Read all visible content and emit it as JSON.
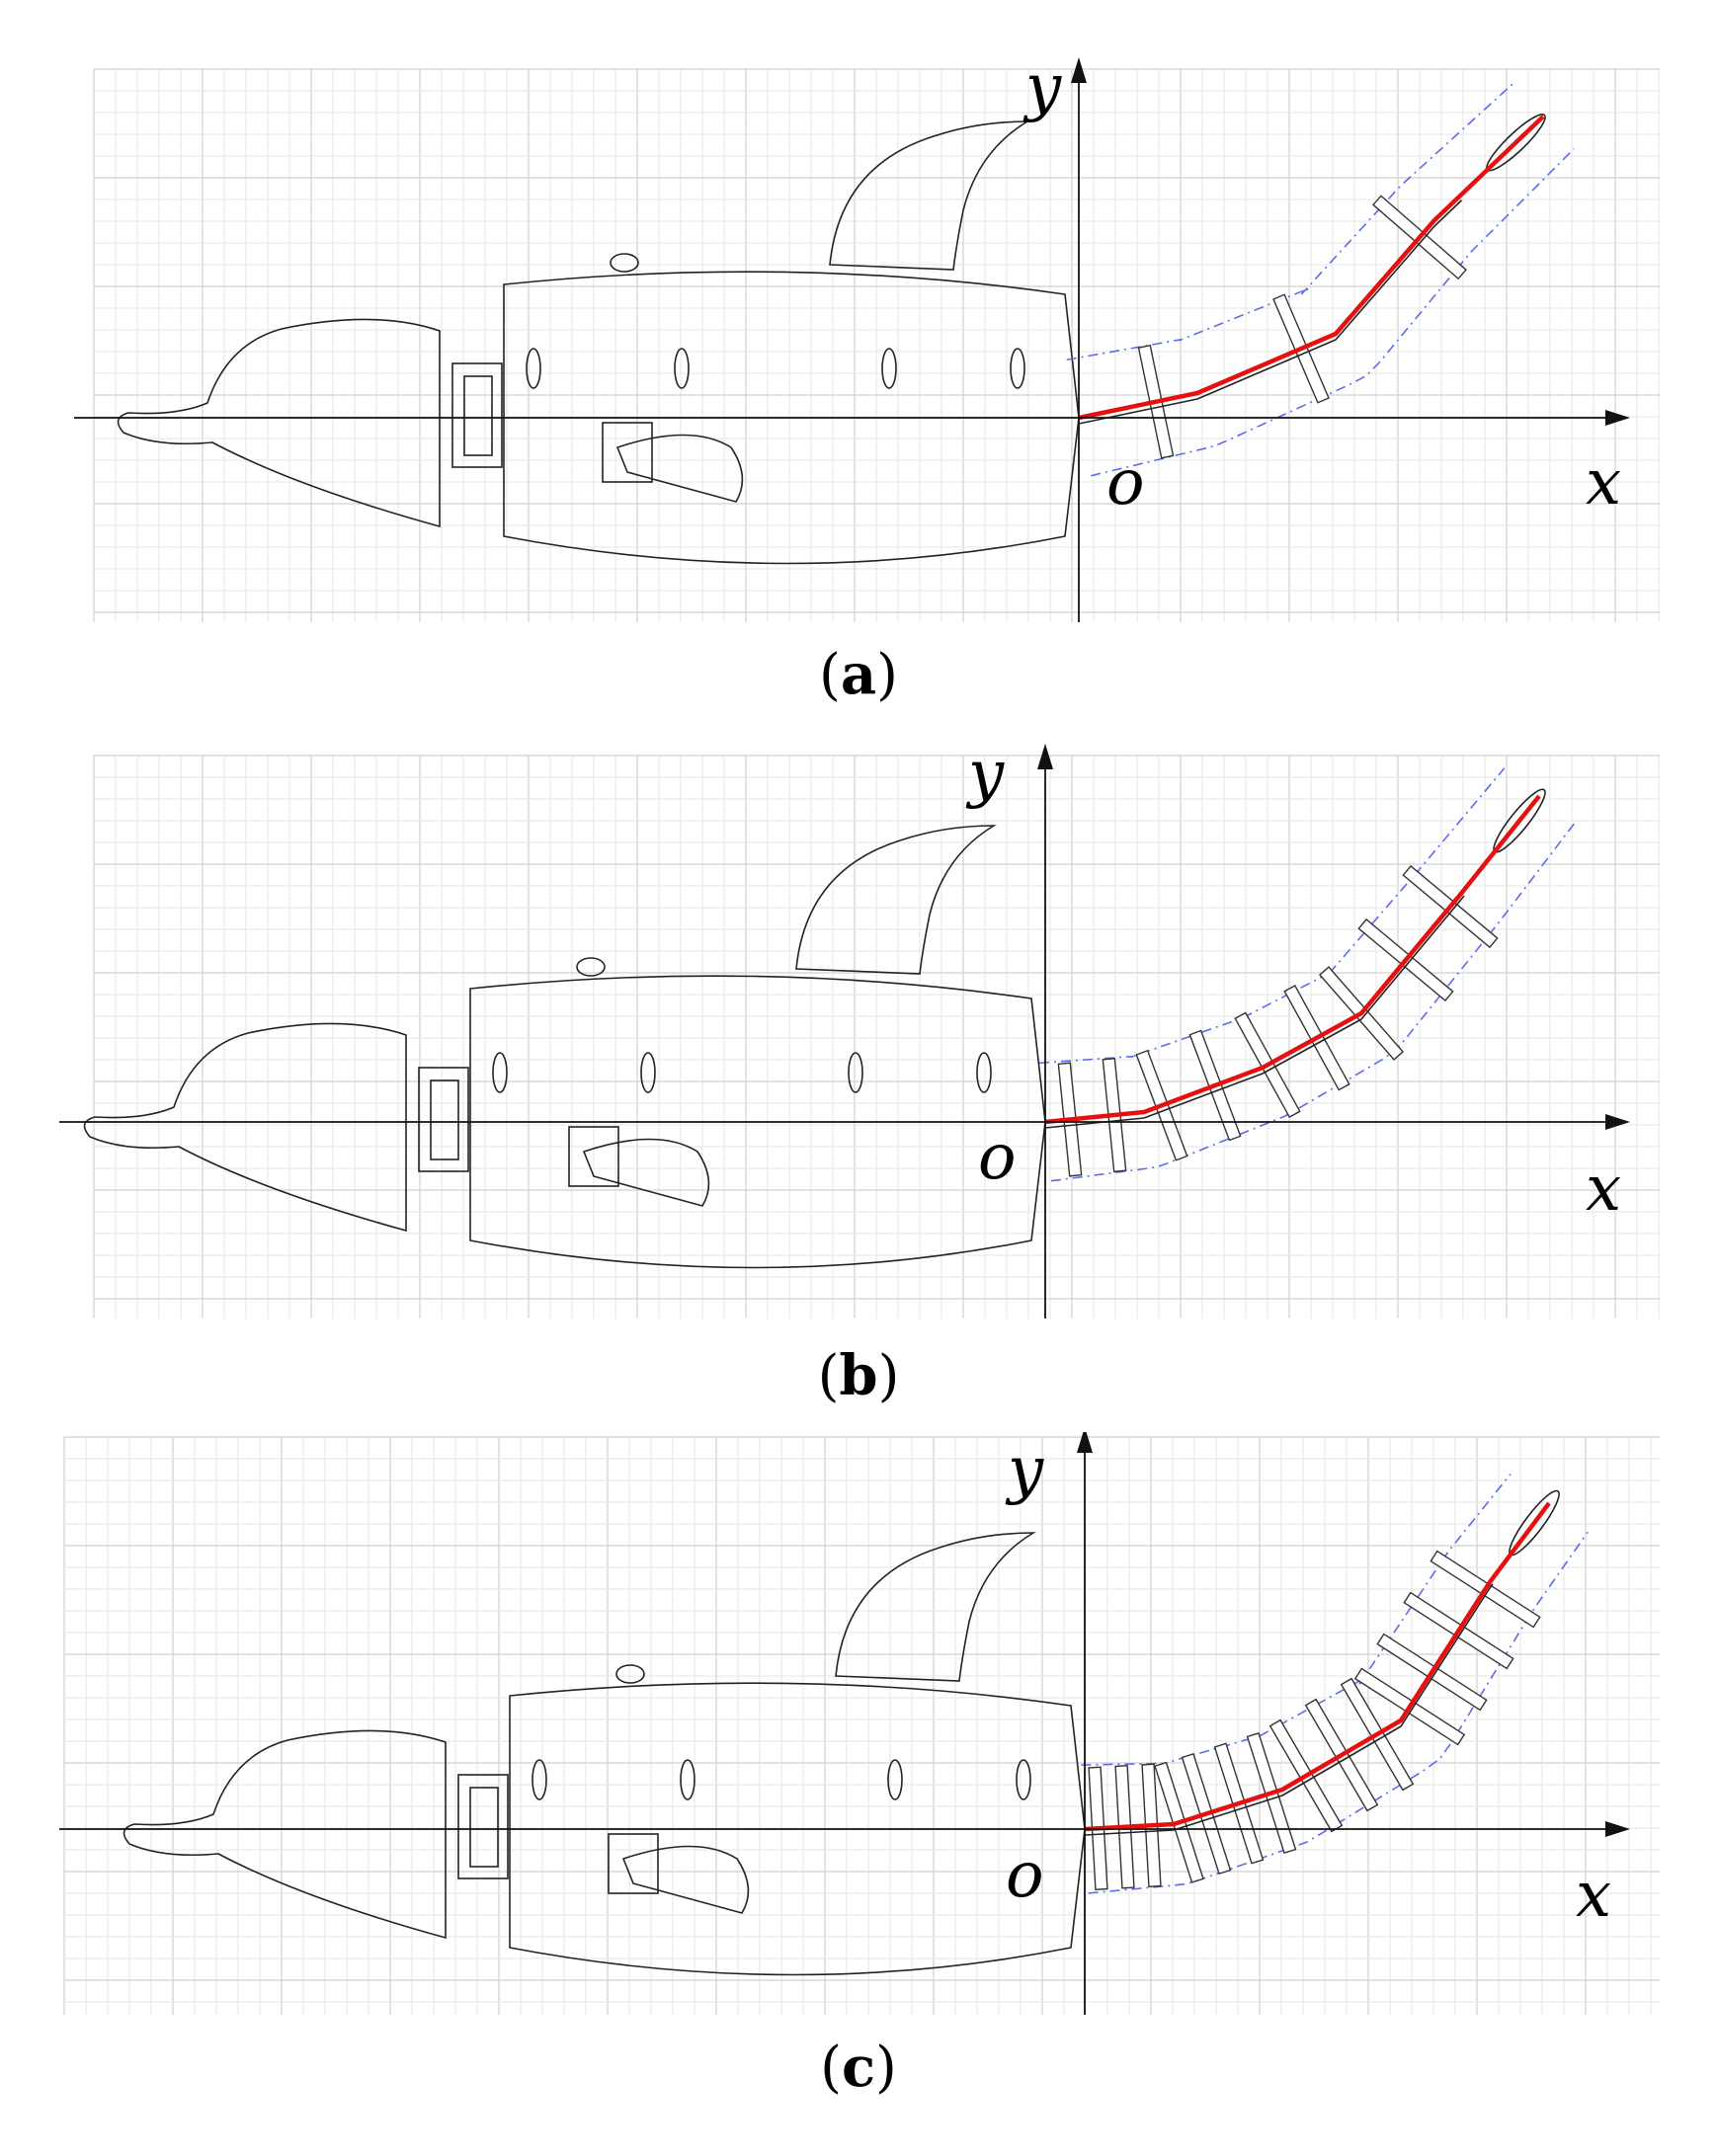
{
  "figure": {
    "panels": [
      {
        "id": "a",
        "caption_label": "a",
        "x_axis_label": "x",
        "y_axis_label": "y",
        "origin_label": "o",
        "tail_segments": 3
      },
      {
        "id": "b",
        "caption_label": "b",
        "x_axis_label": "x",
        "y_axis_label": "y",
        "origin_label": "o",
        "tail_segments": 9
      },
      {
        "id": "c",
        "caption_label": "c",
        "x_axis_label": "x",
        "y_axis_label": "y",
        "origin_label": "o",
        "tail_segments": 14
      }
    ]
  },
  "colors": {
    "spine": "#e61010",
    "envelope": "#5a6cf0",
    "outline": "#222222",
    "grid": "#d0d0d0"
  }
}
